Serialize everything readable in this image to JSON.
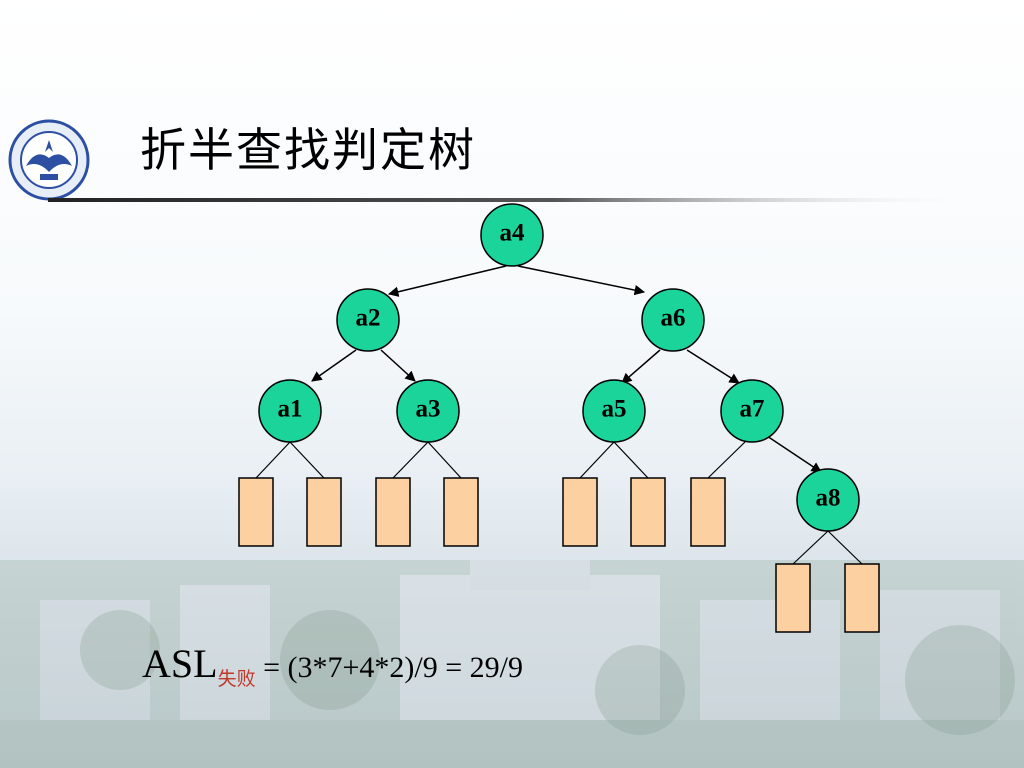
{
  "slide": {
    "title": "折半查找判定树",
    "formula": {
      "main": "ASL",
      "subscript": "失败",
      "expression": " = (3*7+4*2)/9 = 29/9"
    }
  },
  "tree": {
    "node_color": "#1ad49a",
    "leaf_color": "#fdd0a2",
    "nodes": [
      "a4",
      "a2",
      "a6",
      "a1",
      "a3",
      "a5",
      "a7",
      "a8"
    ],
    "edges": [
      [
        "a4",
        "a2"
      ],
      [
        "a4",
        "a6"
      ],
      [
        "a2",
        "a1"
      ],
      [
        "a2",
        "a3"
      ],
      [
        "a6",
        "a5"
      ],
      [
        "a6",
        "a7"
      ],
      [
        "a7",
        "a8"
      ]
    ],
    "failure_leaves": 9
  }
}
